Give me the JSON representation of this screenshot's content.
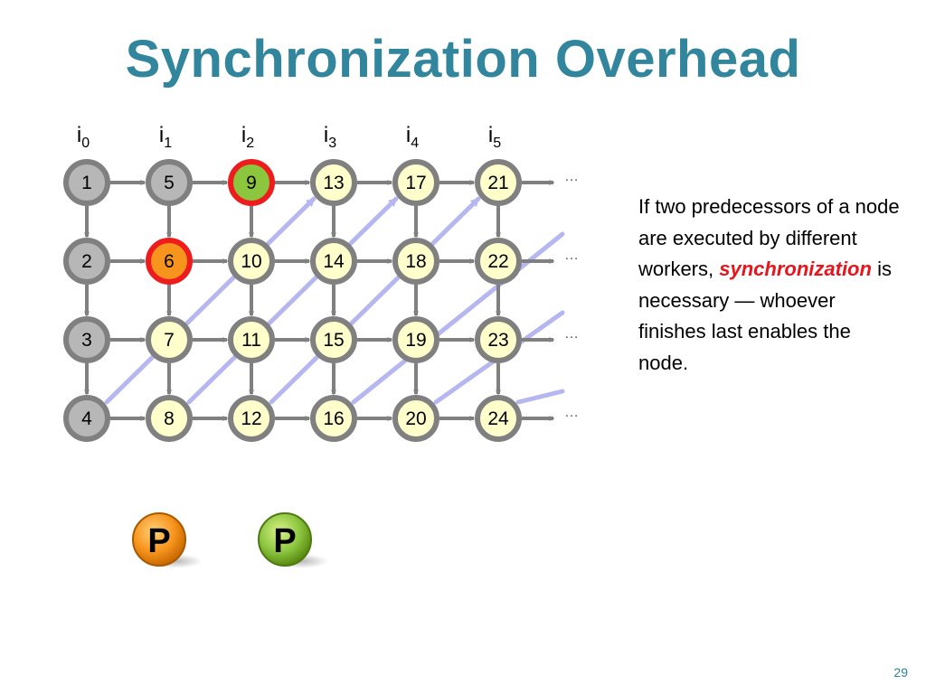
{
  "slide": {
    "title": "Synchronization Overhead",
    "page_number": "29"
  },
  "description": {
    "part1": "If two predecessors of a node are executed by different workers,",
    "highlight": "synchronization",
    "part2": "is necessary — whoever finishes last enables the node."
  },
  "diagram": {
    "columns": [
      {
        "base": "i",
        "sub": "0"
      },
      {
        "base": "i",
        "sub": "1"
      },
      {
        "base": "i",
        "sub": "2"
      },
      {
        "base": "i",
        "sub": "3"
      },
      {
        "base": "i",
        "sub": "4"
      },
      {
        "base": "i",
        "sub": "5"
      }
    ],
    "nodes": [
      [
        "1",
        "5",
        "9",
        "13",
        "17",
        "21"
      ],
      [
        "2",
        "6",
        "10",
        "14",
        "18",
        "22"
      ],
      [
        "3",
        "7",
        "11",
        "15",
        "19",
        "23"
      ],
      [
        "4",
        "8",
        "12",
        "16",
        "20",
        "24"
      ]
    ],
    "continuation": "…",
    "completed_nodes": [
      "1",
      "2",
      "3",
      "4",
      "5"
    ],
    "active_nodes": [
      {
        "label": "6",
        "worker": "orange"
      },
      {
        "label": "9",
        "worker": "green"
      }
    ],
    "workers": [
      {
        "label": "P",
        "color": "orange"
      },
      {
        "label": "P",
        "color": "green"
      }
    ],
    "colors": {
      "completed_fill": "#b7b7b7",
      "pending_fill": "#ffffcc",
      "node_ring": "#808080",
      "active_ring": "#ee1c1c",
      "orange": "#f7941d",
      "green": "#8cc63f",
      "diagonal": "#aaaaee",
      "title": "#31859c"
    }
  }
}
